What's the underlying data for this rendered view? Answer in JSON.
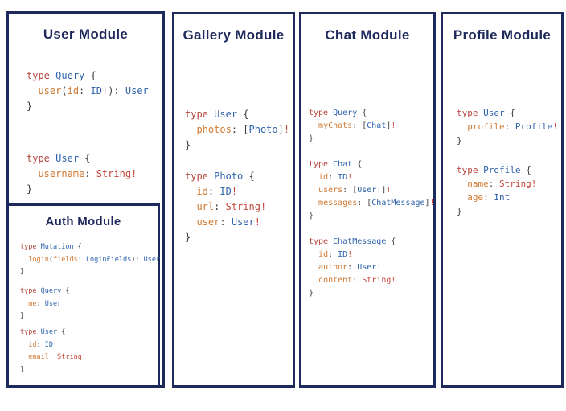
{
  "colors": {
    "navy": "#1f2a5c",
    "red": "#b5453e",
    "bang": "#c4473c",
    "blue": "#2f63ab",
    "orange": "#d07a33",
    "punct": "#3f3f3f",
    "bg": "#ffffff"
  },
  "modules": [
    {
      "id": "user",
      "title": "User Module",
      "blocks": [
        {
          "lines": [
            [
              {
                "t": "type",
                "c": "k"
              },
              {
                "t": " ",
                "c": "p"
              },
              {
                "t": "Query",
                "c": "t"
              },
              {
                "t": " {",
                "c": "p"
              }
            ],
            [
              {
                "t": "  ",
                "c": "p"
              },
              {
                "t": "user",
                "c": "f"
              },
              {
                "t": "(",
                "c": "p"
              },
              {
                "t": "id",
                "c": "f"
              },
              {
                "t": ": ",
                "c": "p"
              },
              {
                "t": "ID",
                "c": "t"
              },
              {
                "t": "!",
                "c": "r"
              },
              {
                "t": "): ",
                "c": "p"
              },
              {
                "t": "User",
                "c": "t"
              }
            ],
            [
              {
                "t": "}",
                "c": "p"
              }
            ]
          ]
        },
        {
          "lines": [
            [
              {
                "t": "type",
                "c": "k"
              },
              {
                "t": " ",
                "c": "p"
              },
              {
                "t": "User",
                "c": "t"
              },
              {
                "t": " {",
                "c": "p"
              }
            ],
            [
              {
                "t": "  ",
                "c": "p"
              },
              {
                "t": "username",
                "c": "f"
              },
              {
                "t": ": ",
                "c": "p"
              },
              {
                "t": "String!",
                "c": "r"
              }
            ],
            [
              {
                "t": "}",
                "c": "p"
              }
            ]
          ]
        }
      ]
    },
    {
      "id": "auth",
      "title": "Auth Module",
      "blocks": [
        {
          "lines": [
            [
              {
                "t": "type",
                "c": "k"
              },
              {
                "t": " ",
                "c": "p"
              },
              {
                "t": "Mutation",
                "c": "t"
              },
              {
                "t": " {",
                "c": "p"
              }
            ],
            [
              {
                "t": "  ",
                "c": "p"
              },
              {
                "t": "login",
                "c": "f"
              },
              {
                "t": "(",
                "c": "p"
              },
              {
                "t": "fields",
                "c": "f"
              },
              {
                "t": ": ",
                "c": "p"
              },
              {
                "t": "LoginFields",
                "c": "t"
              },
              {
                "t": "): ",
                "c": "p"
              },
              {
                "t": "User",
                "c": "t"
              }
            ],
            [
              {
                "t": "}",
                "c": "p"
              }
            ]
          ]
        },
        {
          "lines": [
            [
              {
                "t": "type",
                "c": "k"
              },
              {
                "t": " ",
                "c": "p"
              },
              {
                "t": "Query",
                "c": "t"
              },
              {
                "t": " {",
                "c": "p"
              }
            ],
            [
              {
                "t": "  ",
                "c": "p"
              },
              {
                "t": "me",
                "c": "f"
              },
              {
                "t": ": ",
                "c": "p"
              },
              {
                "t": "User",
                "c": "t"
              }
            ],
            [
              {
                "t": "}",
                "c": "p"
              }
            ]
          ]
        },
        {
          "lines": [
            [
              {
                "t": "type",
                "c": "k"
              },
              {
                "t": " ",
                "c": "p"
              },
              {
                "t": "User",
                "c": "t"
              },
              {
                "t": " {",
                "c": "p"
              }
            ],
            [
              {
                "t": "  ",
                "c": "p"
              },
              {
                "t": "id",
                "c": "f"
              },
              {
                "t": ": ",
                "c": "p"
              },
              {
                "t": "ID",
                "c": "t"
              },
              {
                "t": "!",
                "c": "r"
              }
            ],
            [
              {
                "t": "  ",
                "c": "p"
              },
              {
                "t": "email",
                "c": "f"
              },
              {
                "t": ": ",
                "c": "p"
              },
              {
                "t": "String!",
                "c": "r"
              }
            ],
            [
              {
                "t": "}",
                "c": "p"
              }
            ]
          ]
        }
      ]
    },
    {
      "id": "gallery",
      "title": "Gallery Module",
      "blocks": [
        {
          "lines": [
            [
              {
                "t": "type",
                "c": "k"
              },
              {
                "t": " ",
                "c": "p"
              },
              {
                "t": "User",
                "c": "t"
              },
              {
                "t": " {",
                "c": "p"
              }
            ],
            [
              {
                "t": "  ",
                "c": "p"
              },
              {
                "t": "photos",
                "c": "f"
              },
              {
                "t": ": [",
                "c": "p"
              },
              {
                "t": "Photo",
                "c": "t"
              },
              {
                "t": "]",
                "c": "p"
              },
              {
                "t": "!",
                "c": "r"
              }
            ],
            [
              {
                "t": "}",
                "c": "p"
              }
            ]
          ]
        },
        {
          "lines": [
            [
              {
                "t": "type",
                "c": "k"
              },
              {
                "t": " ",
                "c": "p"
              },
              {
                "t": "Photo",
                "c": "t"
              },
              {
                "t": " {",
                "c": "p"
              }
            ],
            [
              {
                "t": "  ",
                "c": "p"
              },
              {
                "t": "id",
                "c": "f"
              },
              {
                "t": ": ",
                "c": "p"
              },
              {
                "t": "ID",
                "c": "t"
              },
              {
                "t": "!",
                "c": "r"
              }
            ],
            [
              {
                "t": "  ",
                "c": "p"
              },
              {
                "t": "url",
                "c": "f"
              },
              {
                "t": ": ",
                "c": "p"
              },
              {
                "t": "String!",
                "c": "r"
              }
            ],
            [
              {
                "t": "  ",
                "c": "p"
              },
              {
                "t": "user",
                "c": "f"
              },
              {
                "t": ": ",
                "c": "p"
              },
              {
                "t": "User",
                "c": "t"
              },
              {
                "t": "!",
                "c": "r"
              }
            ],
            [
              {
                "t": "}",
                "c": "p"
              }
            ]
          ]
        }
      ]
    },
    {
      "id": "chat",
      "title": "Chat Module",
      "blocks": [
        {
          "lines": [
            [
              {
                "t": "type",
                "c": "k"
              },
              {
                "t": " ",
                "c": "p"
              },
              {
                "t": "Query",
                "c": "t"
              },
              {
                "t": " {",
                "c": "p"
              }
            ],
            [
              {
                "t": "  ",
                "c": "p"
              },
              {
                "t": "myChats",
                "c": "f"
              },
              {
                "t": ": [",
                "c": "p"
              },
              {
                "t": "Chat",
                "c": "t"
              },
              {
                "t": "]",
                "c": "p"
              },
              {
                "t": "!",
                "c": "r"
              }
            ],
            [
              {
                "t": "}",
                "c": "p"
              }
            ]
          ]
        },
        {
          "lines": [
            [
              {
                "t": "type",
                "c": "k"
              },
              {
                "t": " ",
                "c": "p"
              },
              {
                "t": "Chat",
                "c": "t"
              },
              {
                "t": " {",
                "c": "p"
              }
            ],
            [
              {
                "t": "  ",
                "c": "p"
              },
              {
                "t": "id",
                "c": "f"
              },
              {
                "t": ": ",
                "c": "p"
              },
              {
                "t": "ID",
                "c": "t"
              },
              {
                "t": "!",
                "c": "r"
              }
            ],
            [
              {
                "t": "  ",
                "c": "p"
              },
              {
                "t": "users",
                "c": "f"
              },
              {
                "t": ": [",
                "c": "p"
              },
              {
                "t": "User",
                "c": "t"
              },
              {
                "t": "!",
                "c": "r"
              },
              {
                "t": "]",
                "c": "p"
              },
              {
                "t": "!",
                "c": "r"
              }
            ],
            [
              {
                "t": "  ",
                "c": "p"
              },
              {
                "t": "messages",
                "c": "f"
              },
              {
                "t": ": [",
                "c": "p"
              },
              {
                "t": "ChatMessage",
                "c": "t"
              },
              {
                "t": "]",
                "c": "p"
              },
              {
                "t": "!",
                "c": "r"
              }
            ],
            [
              {
                "t": "}",
                "c": "p"
              }
            ]
          ]
        },
        {
          "lines": [
            [
              {
                "t": "type",
                "c": "k"
              },
              {
                "t": " ",
                "c": "p"
              },
              {
                "t": "ChatMessage",
                "c": "t"
              },
              {
                "t": " {",
                "c": "p"
              }
            ],
            [
              {
                "t": "  ",
                "c": "p"
              },
              {
                "t": "id",
                "c": "f"
              },
              {
                "t": ": ",
                "c": "p"
              },
              {
                "t": "ID",
                "c": "t"
              },
              {
                "t": "!",
                "c": "r"
              }
            ],
            [
              {
                "t": "  ",
                "c": "p"
              },
              {
                "t": "author",
                "c": "f"
              },
              {
                "t": ": ",
                "c": "p"
              },
              {
                "t": "User",
                "c": "t"
              },
              {
                "t": "!",
                "c": "r"
              }
            ],
            [
              {
                "t": "  ",
                "c": "p"
              },
              {
                "t": "content",
                "c": "f"
              },
              {
                "t": ": ",
                "c": "p"
              },
              {
                "t": "String!",
                "c": "r"
              }
            ],
            [
              {
                "t": "}",
                "c": "p"
              }
            ]
          ]
        }
      ]
    },
    {
      "id": "profile",
      "title": "Profile Module",
      "blocks": [
        {
          "lines": [
            [
              {
                "t": "type",
                "c": "k"
              },
              {
                "t": " ",
                "c": "p"
              },
              {
                "t": "User",
                "c": "t"
              },
              {
                "t": " {",
                "c": "p"
              }
            ],
            [
              {
                "t": "  ",
                "c": "p"
              },
              {
                "t": "profile",
                "c": "f"
              },
              {
                "t": ": ",
                "c": "p"
              },
              {
                "t": "Profile",
                "c": "t"
              },
              {
                "t": "!",
                "c": "r"
              }
            ],
            [
              {
                "t": "}",
                "c": "p"
              }
            ]
          ]
        },
        {
          "lines": [
            [
              {
                "t": "type",
                "c": "k"
              },
              {
                "t": " ",
                "c": "p"
              },
              {
                "t": "Profile",
                "c": "t"
              },
              {
                "t": " {",
                "c": "p"
              }
            ],
            [
              {
                "t": "  ",
                "c": "p"
              },
              {
                "t": "name",
                "c": "f"
              },
              {
                "t": ": ",
                "c": "p"
              },
              {
                "t": "String!",
                "c": "r"
              }
            ],
            [
              {
                "t": "  ",
                "c": "p"
              },
              {
                "t": "age",
                "c": "f"
              },
              {
                "t": ": ",
                "c": "p"
              },
              {
                "t": "Int",
                "c": "t"
              }
            ],
            [
              {
                "t": "}",
                "c": "p"
              }
            ]
          ]
        }
      ]
    }
  ]
}
